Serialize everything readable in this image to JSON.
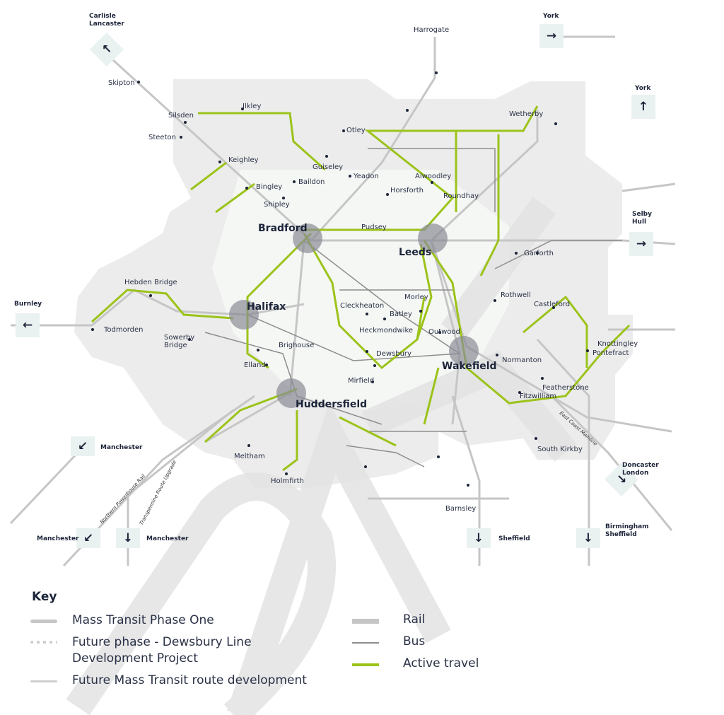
{
  "places": [
    "Ilkley",
    "Silsden",
    "Steeton",
    "Skipton",
    "Keighley",
    "Bingley",
    "Shipley",
    "Baildon",
    "Guiseley",
    "Otley",
    "Yeadon",
    "Alwoodley",
    "Horsforth",
    "Roundhay",
    "Wetherby",
    "Harrogate",
    "Pudsey",
    "Garforth",
    "Hebden Bridge",
    "Todmorden",
    "Sowerby Bridge",
    "Brighouse",
    "Elland",
    "Cleckheaton",
    "Batley",
    "Morley",
    "Heckmondwike",
    "Dewsbury",
    "Mirfield",
    "Outwood",
    "Rothwell",
    "Castleford",
    "Knottingley",
    "Pontefract",
    "Normanton",
    "Featherstone",
    "Fitzwilliam",
    "Meltham",
    "Holmfirth",
    "South Kirkby",
    "Barnsley"
  ],
  "hubs": [
    "Bradford",
    "Leeds",
    "Halifax",
    "Wakefield",
    "Huddersfield"
  ],
  "directions": [
    {
      "label": "Carlisle Lancaster",
      "icon": "arrow-up-left"
    },
    {
      "label": "York",
      "icon": "arrow-right"
    },
    {
      "label": "York",
      "icon": "arrow-up"
    },
    {
      "label": "Selby Hull",
      "icon": "arrow-right"
    },
    {
      "label": "Burnley",
      "icon": "arrow-left"
    },
    {
      "label": "Manchester",
      "icon": "arrow-down-left"
    },
    {
      "label": "Manchester",
      "icon": "arrow-down-left"
    },
    {
      "label": "Manchester",
      "icon": "arrow-down"
    },
    {
      "label": "Sheffield",
      "icon": "arrow-down"
    },
    {
      "label": "Birmingham Sheffield",
      "icon": "arrow-down"
    },
    {
      "label": "Doncaster London",
      "icon": "arrow-down-right"
    }
  ],
  "route_labels": [
    "Northern Powerhouse Rail",
    "Transpennine Route Upgrade",
    "East Coast Mainline"
  ],
  "watermark": "DRAFT",
  "key": {
    "title": "Key",
    "items": [
      "Mass Transit Phase One",
      "Future phase - Dewsbury Line Development Project",
      "Future Mass Transit route development",
      "Rail",
      "Bus",
      "Active travel"
    ]
  },
  "colors": {
    "active_travel": "#9cc31a",
    "rail": "#c6c6c6",
    "bus": "#8e8e8e",
    "region": "#ececec",
    "hub": "#8a8c96"
  }
}
